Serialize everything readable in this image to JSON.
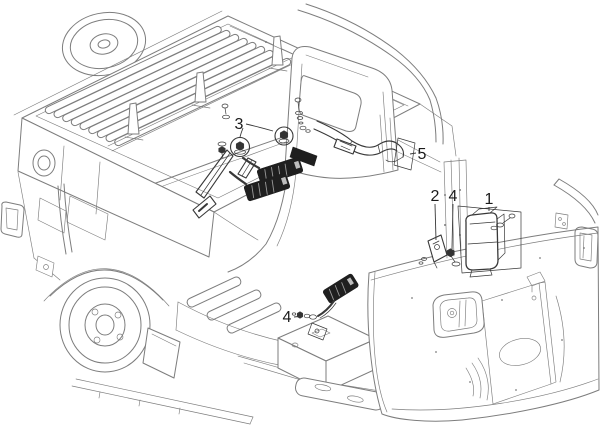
{
  "figure": {
    "background_color": "#ffffff",
    "artwork_line_color": "#7d7d7d",
    "part_line_color": "#383838",
    "buckle_fill_color": "#1f1f1f",
    "label_color": "#1a1a1a"
  },
  "callouts": [
    {
      "id": "callout-3",
      "label": "3"
    },
    {
      "id": "callout-5",
      "label": "5"
    },
    {
      "id": "callout-2",
      "label": "2"
    },
    {
      "id": "callout-4-right",
      "label": "4"
    },
    {
      "id": "callout-1",
      "label": "1"
    },
    {
      "id": "callout-4-left",
      "label": "4"
    }
  ]
}
